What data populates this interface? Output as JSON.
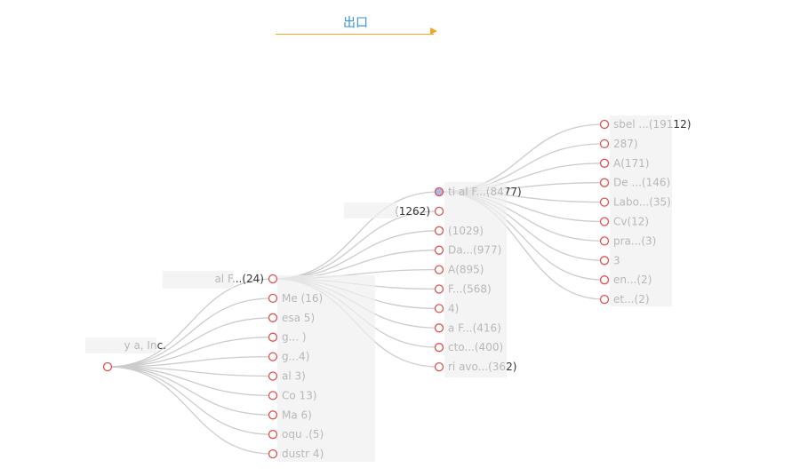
{
  "header": {
    "tab_label": "出口",
    "accent_color": "#f0a623",
    "tab_color": "#2f8ddc"
  },
  "tree": {
    "root": {
      "label": "y        a, Inc."
    },
    "level1": [
      {
        "label": "         al F...(24)"
      },
      {
        "label": "               Me   (16)"
      },
      {
        "label": "          esa   5)"
      },
      {
        "label": "            g...   )"
      },
      {
        "label": "              g...4)"
      },
      {
        "label": "             al   3)"
      },
      {
        "label": "           Co    13)"
      },
      {
        "label": "           Ma   6)"
      },
      {
        "label": "          oqu    .(5)"
      },
      {
        "label": "      dustr     4)"
      }
    ],
    "level2": [
      {
        "label": "       ti   al F...(8477)"
      },
      {
        "label": "        (1262)"
      },
      {
        "label": "           (1029)"
      },
      {
        "label": "         Da...(977)"
      },
      {
        "label": "         A(895)"
      },
      {
        "label": "         F...(568)"
      },
      {
        "label": "         4)"
      },
      {
        "label": "      a     F...(416)"
      },
      {
        "label": "              cto...(400)"
      },
      {
        "label": "   ri       avo...(362)"
      }
    ],
    "level3": [
      {
        "label": "        sbel ...(19112)"
      },
      {
        "label": "        287)"
      },
      {
        "label": "        A(171)"
      },
      {
        "label": "        De ...(146)"
      },
      {
        "label": "        Labo...(35)"
      },
      {
        "label": "        Cv(12)"
      },
      {
        "label": "        pra...(3)"
      },
      {
        "label": "        3"
      },
      {
        "label": "        en...(2)"
      },
      {
        "label": "        et...(2)"
      }
    ],
    "colors": {
      "node_stroke": "#d9534f",
      "active_fill": "#b0b8e0",
      "link": "#cccccc",
      "text": "#333333"
    }
  }
}
